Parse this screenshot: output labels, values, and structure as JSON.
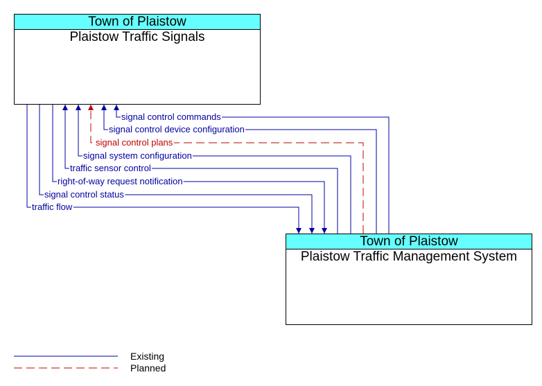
{
  "top_box": {
    "owner": "Town of Plaistow",
    "name": "Plaistow Traffic Signals"
  },
  "bottom_box": {
    "owner": "Town of Plaistow",
    "name": "Plaistow Traffic Management System"
  },
  "flows": [
    {
      "label": "signal control commands",
      "status": "existing",
      "direction": "to-top"
    },
    {
      "label": "signal control device configuration",
      "status": "existing",
      "direction": "to-top"
    },
    {
      "label": "signal control plans",
      "status": "planned",
      "direction": "to-top"
    },
    {
      "label": "signal system configuration",
      "status": "existing",
      "direction": "to-top"
    },
    {
      "label": "traffic sensor control",
      "status": "existing",
      "direction": "to-top"
    },
    {
      "label": "right-of-way request notification",
      "status": "existing",
      "direction": "to-bottom"
    },
    {
      "label": "signal control status",
      "status": "existing",
      "direction": "to-bottom"
    },
    {
      "label": "traffic flow",
      "status": "existing",
      "direction": "to-bottom"
    }
  ],
  "legend": {
    "existing": "Existing",
    "planned": "Planned"
  },
  "colors": {
    "existing": "#0000a0",
    "planned": "#c00000",
    "header": "#66ffff"
  }
}
